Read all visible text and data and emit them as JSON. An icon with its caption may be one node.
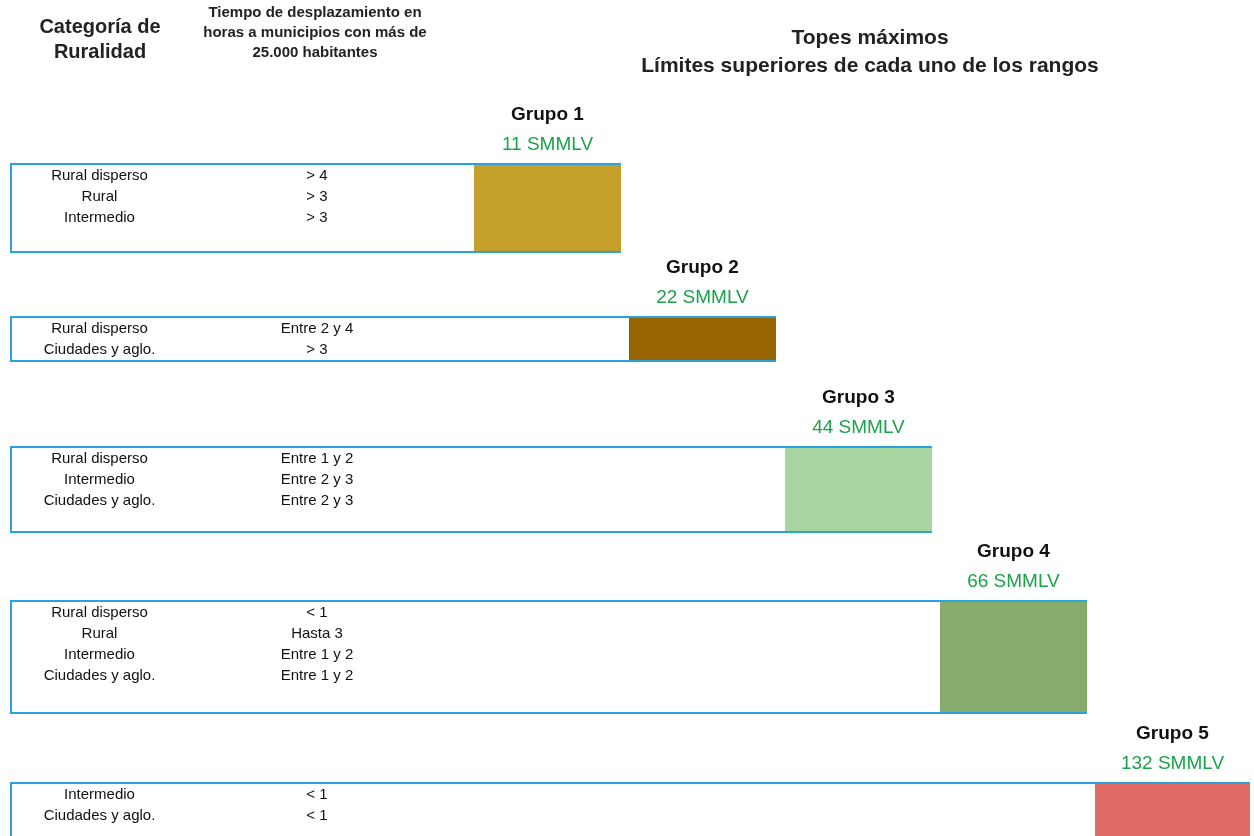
{
  "diagram": {
    "nodes": [
      {
        "text": [
          "Rural disperso",
          "> 4",
          "Rural",
          "> 3",
          "Intermedio",
          "> 3"
        ],
        "beside": [
          "Grupo 1",
          "11 SMMLV"
        ]
      },
      {
        "text": [],
        "shape": "box",
        "in": 0
      },
      {
        "text": [
          "Rural disperso",
          "Entre 2 y 4",
          "Ciudades y aglo.",
          "> 3"
        ],
        "beside": [
          "Grupo 2",
          "22 SMMLV"
        ]
      },
      {
        "text": [],
        "shape": "box",
        "in": 2
      },
      {
        "text": [
          "Rural disperso",
          "Entre 1 y 2",
          "Intermedio",
          "Entre 2 y 3",
          "Ciudades y aglo.",
          "Entre 2 y 3"
        ],
        "beside": [
          "Grupo 3",
          "44 SMMLV"
        ]
      },
      {
        "text": [],
        "shape": "box",
        "in": 4
      },
      {
        "text": [
          "Rural disperso",
          "< 1",
          "Rural",
          "Hasta 3",
          "Intermedio",
          "Entre 1 y 2",
          "Ciudades y aglo.",
          "Entre 1 y 2"
        ],
        "beside": [
          "Grupo 4",
          "66 SMMLV"
        ]
      },
      {
        "text": [],
        "shape": "box",
        "in": 6
      },
      {
        "text": [
          "Intermedio",
          "< 1",
          "Ciudades y aglo.",
          "< 1"
        ],
        "beside": [
          "Grupo 5",
          "132 SMMLV"
        ]
      },
      {
        "text": [],
        "shape": "box",
        "in": 8
      }
    ],
    "edges": [],
    "labels": [
      "Categoría de Ruralidad",
      "Tiempo de desplazamiento en horas a municipios con más de 25.000 habitantes",
      "Topes máximos",
      "Límites superiores de cada uno de los rangos"
    ]
  }
}
